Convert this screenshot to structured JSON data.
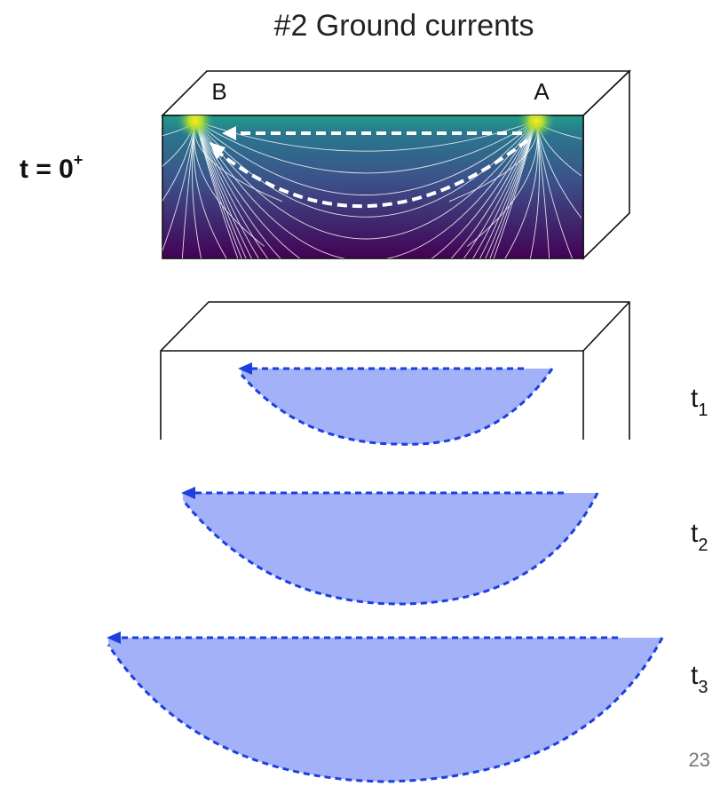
{
  "title": "#2 Ground currents",
  "time_label_t0": {
    "main": "t = 0",
    "sup": "+"
  },
  "electrode_labels": {
    "left": "B",
    "right": "A"
  },
  "time_labels": [
    {
      "main": "t",
      "sub": "1"
    },
    {
      "main": "t",
      "sub": "2"
    },
    {
      "main": "t",
      "sub": "3"
    }
  ],
  "page_number": "23",
  "colors": {
    "current_fill": "#a3b2f8",
    "current_line": "#1b3fe0",
    "field_top": "#1f9e89",
    "field_mid": "#3b528b",
    "field_bottom": "#440154",
    "electrode_glow": "#fde725"
  },
  "icons": [
    "current-direction-arrow-icon"
  ]
}
